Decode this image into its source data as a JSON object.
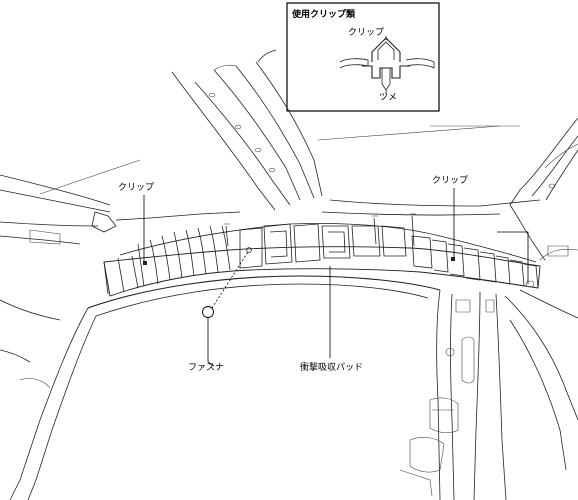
{
  "legend": {
    "title": "使用クリップ類",
    "clip_label": "クリップ",
    "claw_label": "ツメ"
  },
  "labels": {
    "clip_left": "クリップ",
    "clip_right": "クリップ",
    "fastener": "ファスナ",
    "pad": "衝撃吸収パッド"
  },
  "icons": [
    "clip-icon",
    "fastener-icon"
  ],
  "colors": {
    "line": "#222222",
    "background": "#ffffff"
  }
}
